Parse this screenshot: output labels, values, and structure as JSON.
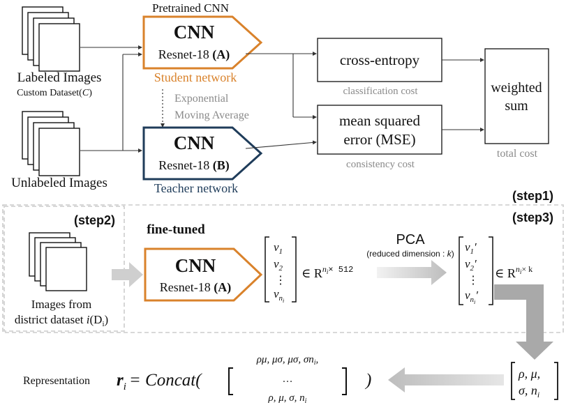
{
  "colors": {
    "student": "#d9822b",
    "teacher": "#1f3c5a",
    "gray_text": "#8a8a8a",
    "arrow_gray": "#c0c0c0",
    "dashed": "#cccccc",
    "line": "#333333"
  },
  "top": {
    "pretrained_label": "Pretrained CNN",
    "labeled_images": "Labeled Images",
    "custom_dataset": "Custom Dataset(",
    "custom_dataset_sym": "C",
    "custom_dataset_close": ")",
    "unlabeled_images": "Unlabeled Images",
    "student_cnn": "CNN",
    "student_model": "Resnet-18 ",
    "student_tag": "(A)",
    "student_network": "Student network",
    "ema_line1": "Exponential",
    "ema_line2": "Moving Average",
    "teacher_cnn": "CNN",
    "teacher_model": "Resnet-18 ",
    "teacher_tag": "(B)",
    "teacher_network": "Teacher network",
    "cross_entropy": "cross-entropy",
    "classification_cost": "classification cost",
    "mse_line1": "mean squared",
    "mse_line2": "error (MSE)",
    "consistency_cost": "consistency cost",
    "weighted_line1": "weighted",
    "weighted_line2": "sum",
    "total_cost": "total cost"
  },
  "steps": {
    "step1": "(step1)",
    "step2": "(step2)",
    "step3": "(step3)"
  },
  "bottom": {
    "fine_tuned": "fine-tuned",
    "images_from_1": "Images from",
    "images_from_2": "district dataset ",
    "images_from_sym": "i",
    "images_from_3": "(D",
    "images_from_sub": "i",
    "images_from_4": ")",
    "cnn": "CNN",
    "model": "Resnet-18 ",
    "model_tag": "(A)",
    "v1": "v",
    "v1_sub": "1",
    "v2": "v",
    "v2_sub": "2",
    "vdots": "⋮",
    "vn": "v",
    "vn_sub": "n",
    "vn_subsub": "i",
    "in_r_1": "∈ R",
    "in_r_1_sup": "n",
    "in_r_1_supsub": "i",
    "in_r_1_dim": "× 512",
    "pca": "PCA",
    "pca_note_1": "(reduced dimension : ",
    "pca_note_k": "k",
    "pca_note_2": ")",
    "vp1": "v",
    "vp1_sub": "1",
    "vp1_prime": "′",
    "vp2": "v",
    "vp2_sub": "2",
    "vp2_prime": "′",
    "vpdots": "⋮",
    "vpn": "v",
    "vpn_sub": "n",
    "vpn_subsub": "i",
    "vpn_prime": "′",
    "in_r_2": "∈ R",
    "in_r_2_sup": "n",
    "in_r_2_supsub": "i",
    "in_r_2_dim": "× k",
    "rep_label": "Representation",
    "rep_r": "r",
    "rep_r_sub": "i",
    "rep_eq": "= Concat(",
    "rep_close": ")",
    "concat_row1": "ρμ, μσ, μσ, σn",
    "concat_row1_sub": "i",
    "concat_row1_end": ",",
    "concat_row2": "…",
    "concat_row3": "ρ, μ, σ, n",
    "concat_row3_sub": "i",
    "stats_row1": "ρ, μ,",
    "stats_row2": "σ, n",
    "stats_row2_sub": "i"
  }
}
